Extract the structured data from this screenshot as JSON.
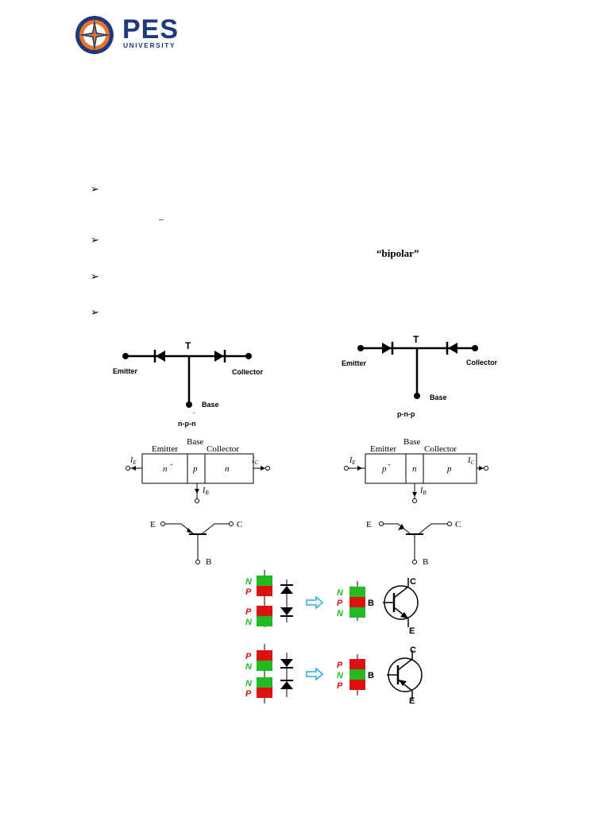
{
  "logo": {
    "name": "PES",
    "sub": "UNIVERSITY",
    "colors": {
      "blue": "#1f3a7a",
      "orange": "#e8742a"
    }
  },
  "bullets": [
    {
      "glyph": "➢",
      "stray": "_"
    },
    {
      "glyph": "➢",
      "emphasis": "“bipolar”"
    },
    {
      "glyph": "➢"
    },
    {
      "glyph": "➢"
    }
  ],
  "diode_models": {
    "npn": {
      "terminal": "T",
      "left": "Emitter",
      "right": "Collector",
      "base": "Base",
      "caption": "n-p-n",
      "mark": "-"
    },
    "pnp": {
      "terminal": "T",
      "left": "Emitter",
      "right": "Collector",
      "base": "Base",
      "caption": "p-n-p"
    }
  },
  "structures": {
    "npn": {
      "base": "Base",
      "emitter": "Emitter",
      "collector": "Collector",
      "regions": [
        "n",
        "p",
        "n"
      ],
      "ie": "I",
      "ie_sub": "E",
      "ic": "I",
      "ic_sub": "C",
      "ib": "I",
      "ib_sub": "B"
    },
    "pnp": {
      "base": "Base",
      "emitter": "Emitter",
      "collector": "Collector",
      "regions": [
        "p",
        "n",
        "p"
      ],
      "ie": "I",
      "ie_sub": "E",
      "ic": "I",
      "ic_sub": "C",
      "ib": "I",
      "ib_sub": "B"
    }
  },
  "symbols": {
    "npn": {
      "e": "E",
      "c": "C",
      "b": "B"
    },
    "pnp": {
      "e": "E",
      "c": "C",
      "b": "B"
    }
  },
  "color_diagram": {
    "colors": {
      "n": "#22bb22",
      "p": "#dd1111",
      "arrow": "#29abe2"
    },
    "row1": {
      "left_labels": [
        "N",
        "P",
        "P",
        "N"
      ],
      "mid_labels": [
        "N",
        "P",
        "N"
      ],
      "b": "B",
      "c": "C",
      "e": "E"
    },
    "row2": {
      "left_labels": [
        "P",
        "N",
        "N",
        "P"
      ],
      "mid_labels": [
        "P",
        "N",
        "P"
      ],
      "b": "B",
      "c": "C",
      "e": "E"
    }
  }
}
